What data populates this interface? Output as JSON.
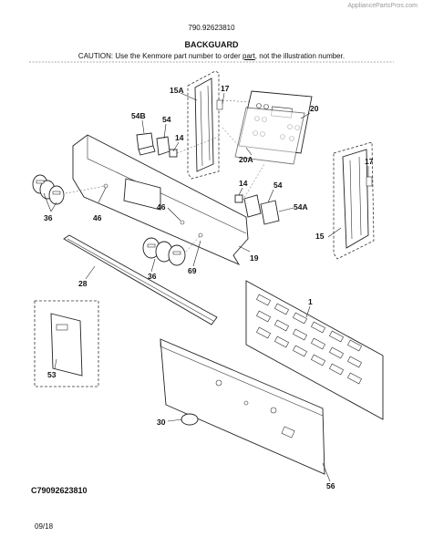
{
  "watermark": "AppliancePartsPros.com",
  "header": {
    "model_number": "790.92623810",
    "section_title": "BACKGUARD",
    "caution_before": "CAUTION: Use the Kenmore part number to order ",
    "caution_part": "part",
    "caution_after": ", not the illustration number."
  },
  "callouts": {
    "c15a": "15A",
    "c17a": "17",
    "c20": "20",
    "c54b": "54B",
    "c54a": "54",
    "c14a": "14",
    "c20a": "20A",
    "c17b": "17",
    "c36a": "36",
    "c46a": "46",
    "c46b": "46",
    "c14b": "14",
    "c54c": "54",
    "c54d": "54A",
    "c15": "15",
    "c19": "19",
    "c36b": "36",
    "c69": "69",
    "c28": "28",
    "c1": "1",
    "c53": "53",
    "c30": "30",
    "c56": "56"
  },
  "footer": {
    "diagram_code": "C79092623810",
    "date": "09/18"
  }
}
